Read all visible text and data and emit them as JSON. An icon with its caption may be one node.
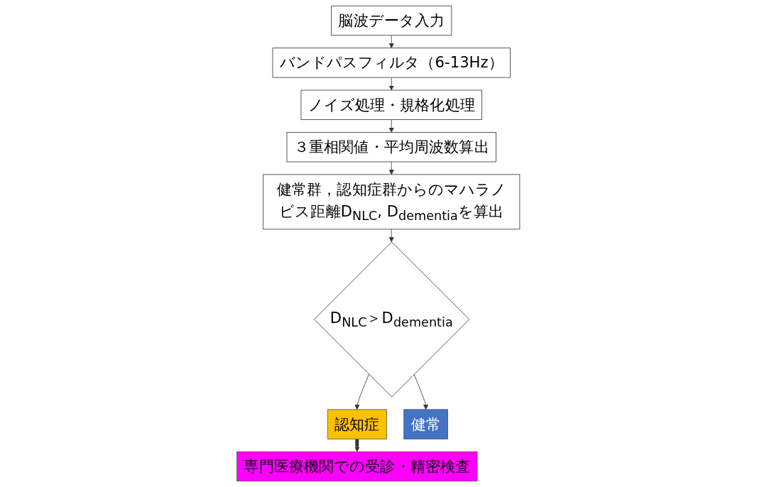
{
  "diagram": {
    "nodes": [
      {
        "text": [
          "脳波データ入力"
        ]
      },
      {
        "text": [
          "バンドパスフィルタ（6-13Hz）"
        ]
      },
      {
        "text": [
          "ノイズ処理・規格化処理"
        ]
      },
      {
        "text": [
          "３重相関値・平均周波数算出"
        ]
      },
      {
        "text": [
          "健常群，認知症群からのマハラノビス距離D$_{NLC}$, D$_{dementia}$を算出"
        ]
      },
      {
        "text": [
          "D$_{NLC}$＞D$_{dementia}$"
        ]
      },
      {
        "text": [
          "認知症"
        ]
      },
      {
        "text": [
          "健常"
        ]
      },
      {
        "text": [
          "専門医療機関での受診・精密検査"
        ]
      }
    ],
    "edges": [
      {
        "from": 0,
        "to": 1,
        "arrow": "to"
      },
      {
        "from": 1,
        "to": 2,
        "arrow": "to"
      },
      {
        "from": 2,
        "to": 3,
        "arrow": "to"
      },
      {
        "from": 3,
        "to": 4,
        "arrow": "to"
      },
      {
        "from": 4,
        "to": 5,
        "arrow": "to"
      },
      {
        "from": 5,
        "to": 6,
        "arrow": "to"
      },
      {
        "from": 5,
        "to": 7,
        "arrow": "to"
      },
      {
        "from": 6,
        "to": 8,
        "arrow": "to",
        "style": "dashed"
      }
    ]
  }
}
